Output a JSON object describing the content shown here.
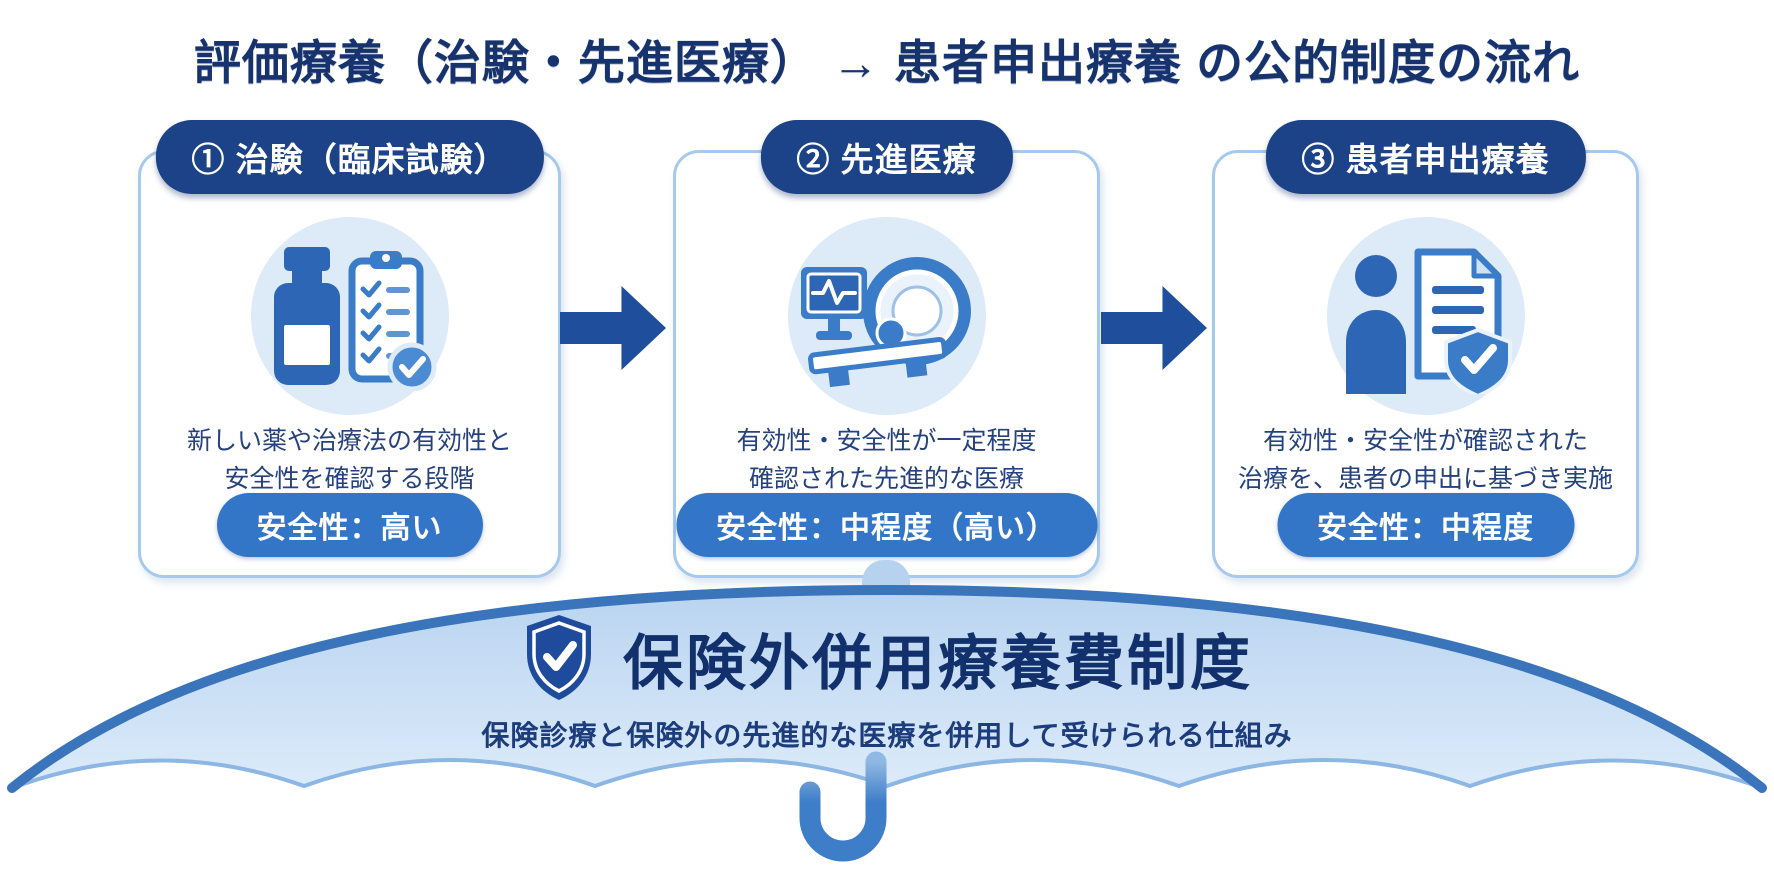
{
  "title": "評価療養（治験・先進医療） → 患者申出療養 の公的制度の流れ",
  "cards": [
    {
      "header": "① 治験（臨床試験）",
      "icon": "medicine-bottle-checklist-icon",
      "description": "新しい薬や治療法の有効性と\n安全性を確認する段階",
      "safety_badge": "安全性：高い"
    },
    {
      "header": "② 先進医療",
      "icon": "mri-scanner-monitor-icon",
      "description": "有効性・安全性が一定程度\n確認された先進的な医療",
      "safety_badge": "安全性：中程度（高い）"
    },
    {
      "header": "③ 患者申出療養",
      "icon": "patient-document-shield-icon",
      "description": "有効性・安全性が確認された\n治療を、患者の申出に基づき実施",
      "safety_badge": "安全性：中程度"
    }
  ],
  "flow_arrows": [
    "right-arrow-icon",
    "right-arrow-icon"
  ],
  "umbrella": {
    "icon": "shield-check-icon",
    "title": "保険外併用療養費制度",
    "subtitle": "保険診療と保険外の先進的な医療を併用して受けられる仕組み"
  },
  "colors": {
    "title_navy": "#17336e",
    "header_pill_navy": "#1c4287",
    "badge_blue": "#3376c8",
    "arrow_blue": "#1f4e9c",
    "card_border_blue": "#a6c9ee",
    "icon_circle_blue": "#ddeaf8",
    "canopy_light_blue": "#c5dcf4",
    "canopy_top_border_blue": "#3a74bb",
    "handle_blue": "#3e7ec8",
    "umbrella_shield_navy": "#1e4b9b"
  }
}
